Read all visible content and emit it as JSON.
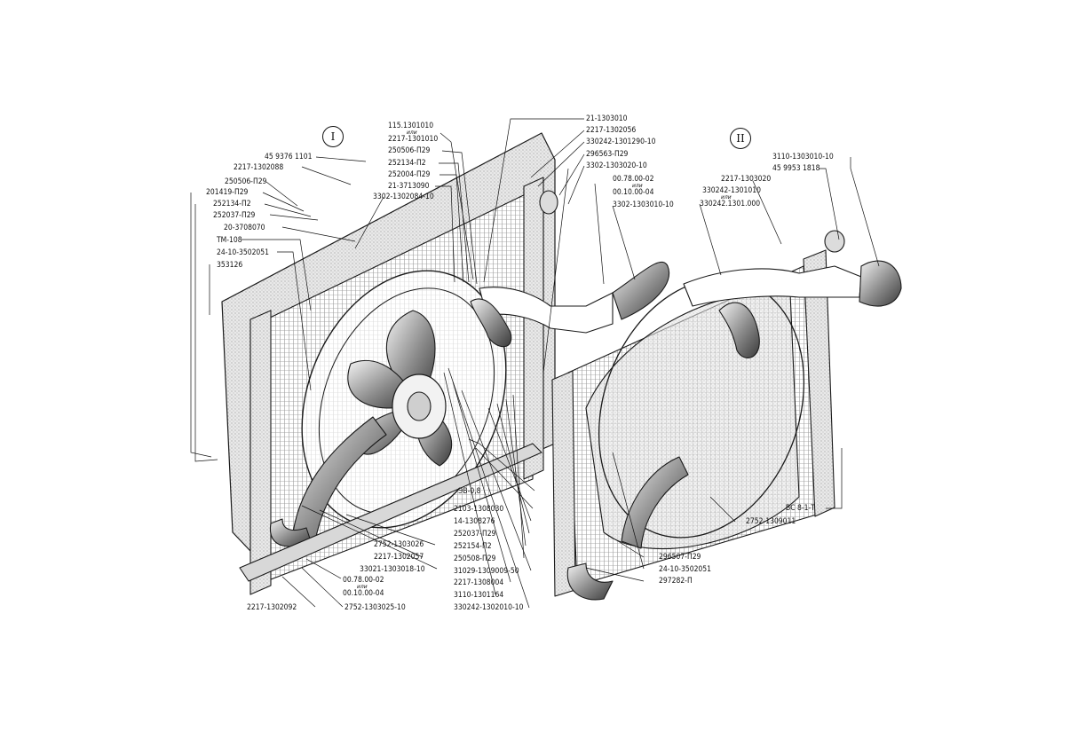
{
  "views": {
    "view1": "I",
    "view2": "II"
  },
  "or_word": "или",
  "labels": {
    "l_115_1301010": "115.1301010",
    "l_2217_1301010": "2217-1301010",
    "l_250506_p29_top": "250506-П29",
    "l_252134_p2_top": "252134-П2",
    "l_252004_p29": "252004-П29",
    "l_21_3713090": "21-3713090",
    "l_3302_1302084_10": "3302-1302084-10",
    "l_45_9376_1101": "45 9376 1101",
    "l_2217_1302088": "2217-1302088",
    "l_250506_p29_left": "250506-П29",
    "l_201419_p29": "201419-П29",
    "l_252134_p2_left": "252134-П2",
    "l_252037_p29_left": "252037-П29",
    "l_20_3708070": "20-3708070",
    "l_tm_108": "ТМ-108",
    "l_24_10_3502051_left": "24-10-3502051",
    "l_353126": "353126",
    "l_21_1303010": "21-1303010",
    "l_2217_1302056": "2217-1302056",
    "l_330242_1301290_10": "330242-1301290-10",
    "l_296563_p29": "296563-П29",
    "l_3302_1303020_10": "3302-1303020-10",
    "l_0078_00_02_top": "00.78.00-02",
    "l_0010_00_04_top": "00.10.00-04",
    "l_3302_1303010_10": "3302-1303010-10",
    "l_2217_1303020": "2217-1303020",
    "l_330242_1301010": "330242-1301010",
    "l_330242_1301000": "330242.1301.000",
    "l_3110_1303010_10": "3110-1303010-10",
    "l_45_9953_1818": "45 9953 1818",
    "l_ev_0_8": "ЭВ-0,8",
    "l_2103_1308030": "2103-1308030",
    "l_14_1308276": "14-1308276",
    "l_252037_p29_bot": "252037-П29",
    "l_252154_p2": "252154-П2",
    "l_250508_p29": "250508-П29",
    "l_31029_1309009_50": "31029-1309009-50",
    "l_2217_1308004": "2217-1308004",
    "l_3110_1301164": "3110-1301164",
    "l_330242_1302010_10": "330242-1302010-10",
    "l_2752_1303026": "2752-1303026",
    "l_2217_1302057": "2217-1302057",
    "l_33021_1303018_10": "33021-1303018-10",
    "l_0078_00_02_bot": "00.78.00-02",
    "l_0010_00_04_bot": "00.10.00-04",
    "l_2217_1302092": "2217-1302092",
    "l_2752_1303025_10": "2752-1303025-10",
    "l_296507_p29": "296507-П29",
    "l_24_10_3502051_right": "24-10-3502051",
    "l_297282_p": "297282-П",
    "l_vs_8_1_t": "ВС 8-1-Т",
    "l_2752_1309011": "2752-1309011"
  }
}
